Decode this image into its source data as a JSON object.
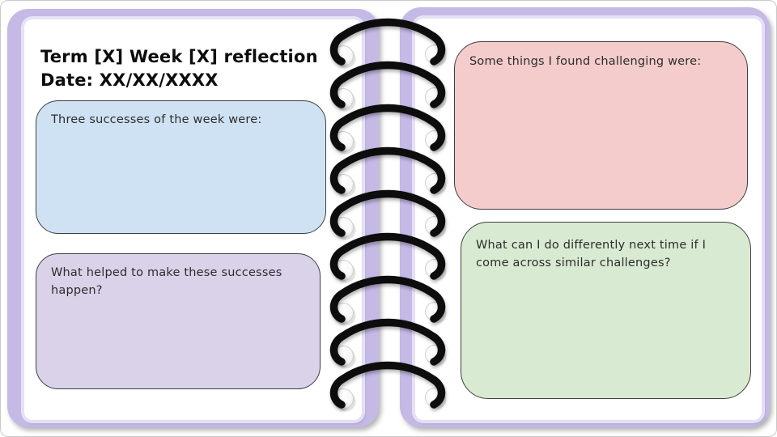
{
  "notebook": {
    "cover_color": "#c5b9e6",
    "cover_highlight": "#ddd6f5",
    "ring_count": 9,
    "ring_color": "#0b0b0b",
    "hole_edge_color": "#cfcfcf",
    "page_color": "#ffffff"
  },
  "left_page": {
    "title_line1": "Term [X] Week [X] reflection",
    "title_line2": "Date: XX/XX/XXXX",
    "boxes": [
      {
        "label": "Three successes of the week were:",
        "fill": "#cfe2f3"
      },
      {
        "label": "What helped to make these successes happen?",
        "fill": "#d9d2e9"
      }
    ]
  },
  "right_page": {
    "boxes": [
      {
        "label": "Some things I found challenging were:",
        "fill": "#f4cccc"
      },
      {
        "label": "What can I do differently next time if I come across similar challenges?",
        "fill": "#d9ead3"
      }
    ]
  }
}
